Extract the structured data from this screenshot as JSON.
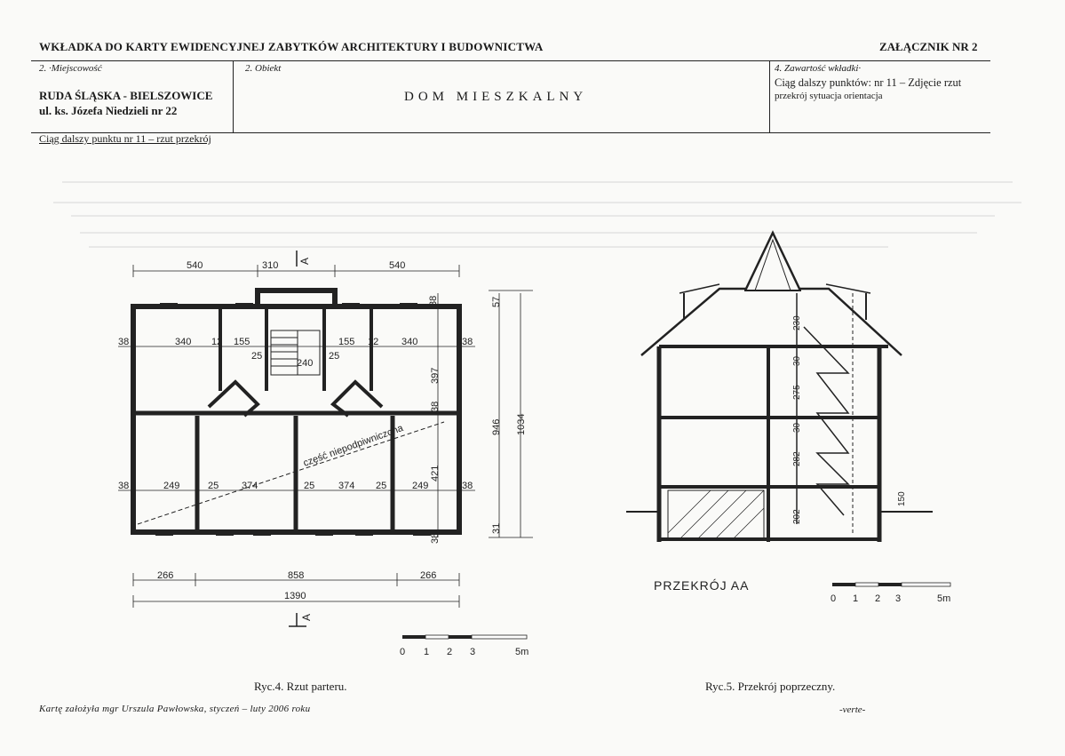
{
  "header": {
    "title": "WKŁADKA DO KARTY EWIDENCYJNEJ ZABYTKÓW ARCHITEKTURY I BUDOWNICTWA",
    "annex": "ZAŁĄCZNIK NR 2"
  },
  "fields": {
    "location_label": "2. ·Miejscowość",
    "location_value_line1": "RUDA ŚLĄSKA - BIELSZOWICE",
    "location_value_line2": "ul. ks. Józefa Niedzieli nr 22",
    "object_label": "2. Obiekt",
    "object_value": "DOM MIESZKALNY",
    "content_label": "4. Zawartość wkładki·",
    "content_value_line1": "Ciąg dalszy punktów: nr 11 – Zdjęcie rzut",
    "content_value_line2": "przekrój sytuacja orientacja"
  },
  "subheading": "Ciąg dalszy punktu nr 11 – rzut przekrój",
  "plan": {
    "dims_top": [
      "540",
      "310",
      "540"
    ],
    "dims_row1": [
      "38",
      "340",
      "12",
      "155",
      "155",
      "12",
      "340",
      "38"
    ],
    "dim_240": "240",
    "dims_25": [
      "25",
      "25"
    ],
    "dims_row2": [
      "38",
      "249",
      "25",
      "374",
      "25",
      "374",
      "25",
      "249",
      "38"
    ],
    "dims_right": [
      "38",
      "397",
      "38",
      "421",
      "38"
    ],
    "dims_outer": [
      "57",
      "946",
      "1034",
      "31"
    ],
    "dims_bottom": [
      "266",
      "858",
      "266"
    ],
    "dim_total": "1390",
    "section_marker": "A",
    "note": "część niepodpiwniczona"
  },
  "section": {
    "label": "PRZEKRÓJ AA",
    "dims": [
      "230",
      "30",
      "275",
      "30",
      "282",
      "202",
      "150"
    ]
  },
  "scale": {
    "ticks": [
      "0",
      "1",
      "2",
      "3",
      "5m"
    ]
  },
  "captions": {
    "left": "Ryc.4. Rzut parteru.",
    "right": "Ryc.5. Przekrój poprzeczny."
  },
  "footer": {
    "author": "Kartę założyła mgr Urszula Pawłowska, styczeń – luty 2006 roku",
    "verte": "-verte-"
  }
}
